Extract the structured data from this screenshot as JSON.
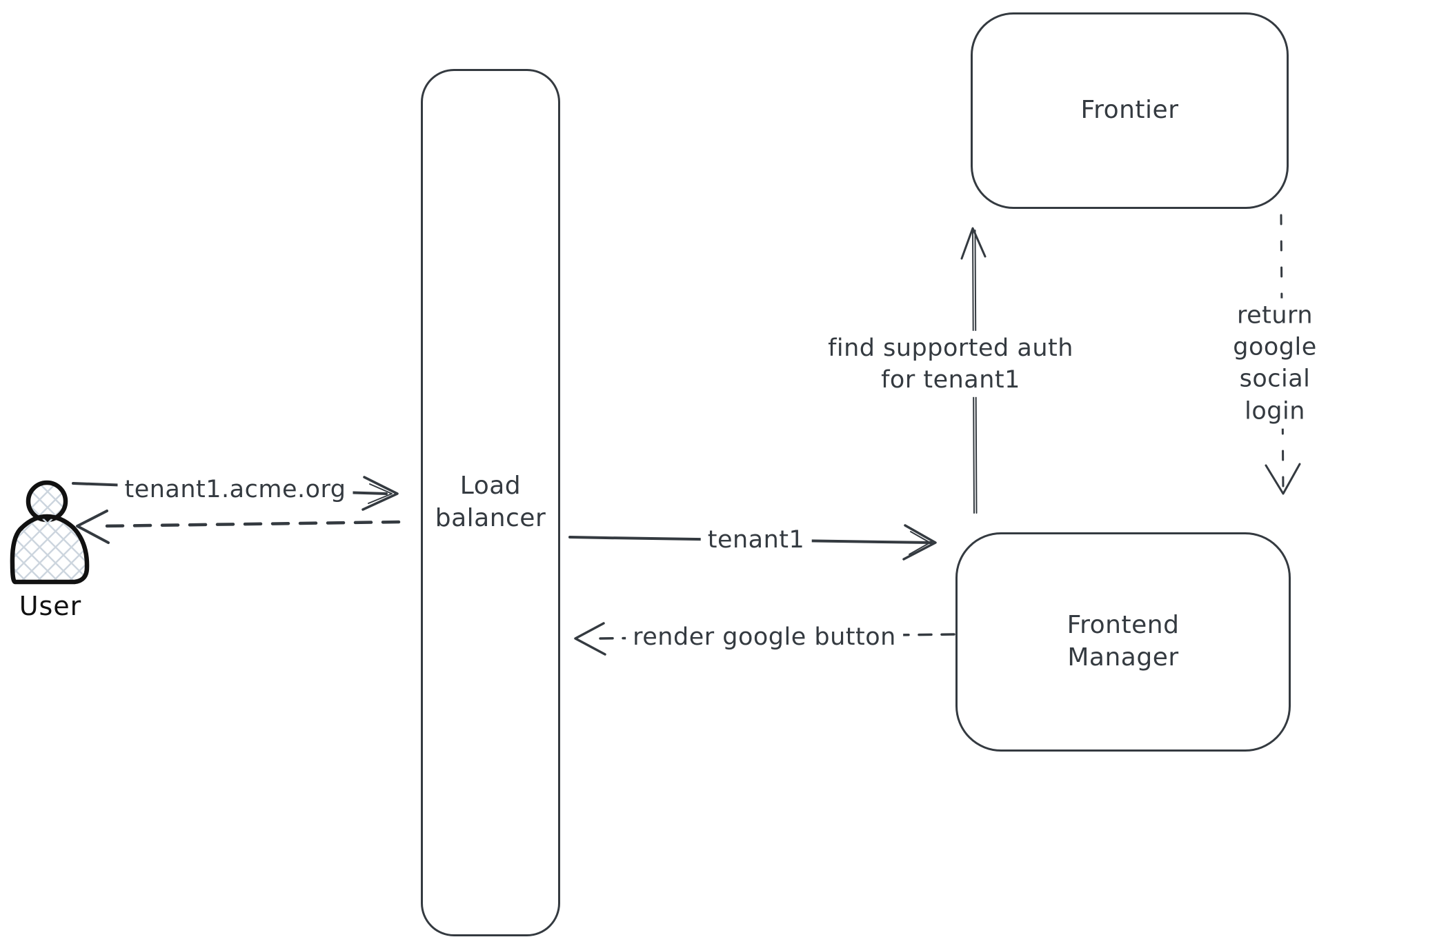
{
  "diagram_type": "sequence-architecture-sketch",
  "background": "#ffffff",
  "colors": {
    "stroke": "#343a40",
    "user_outline": "#111111",
    "user_hatch_fill": "#ccd5de",
    "box_fill": "#ffffff"
  },
  "actors": {
    "user": {
      "label": "User",
      "icon": "person-icon"
    }
  },
  "nodes": {
    "load_balancer": {
      "label": "Load\nbalancer"
    },
    "frontier": {
      "label": "Frontier"
    },
    "frontend_manager": {
      "label": "Frontend\nManager"
    }
  },
  "edges": {
    "user_to_load_balancer": {
      "label": "tenant1.acme.org",
      "style": "solid",
      "direction": "right"
    },
    "load_balancer_to_user": {
      "label": "",
      "style": "dashed",
      "direction": "left"
    },
    "load_balancer_to_frontend_manager": {
      "label": "tenant1",
      "style": "solid",
      "direction": "right"
    },
    "frontend_manager_to_load_balancer": {
      "label": "render google button",
      "style": "dashed",
      "direction": "left"
    },
    "frontend_manager_to_frontier": {
      "label": "find supported auth\nfor tenant1",
      "style": "solid",
      "direction": "up"
    },
    "frontier_to_frontend_manager": {
      "label": "return google social\nlogin",
      "style": "dashed",
      "direction": "down"
    }
  }
}
